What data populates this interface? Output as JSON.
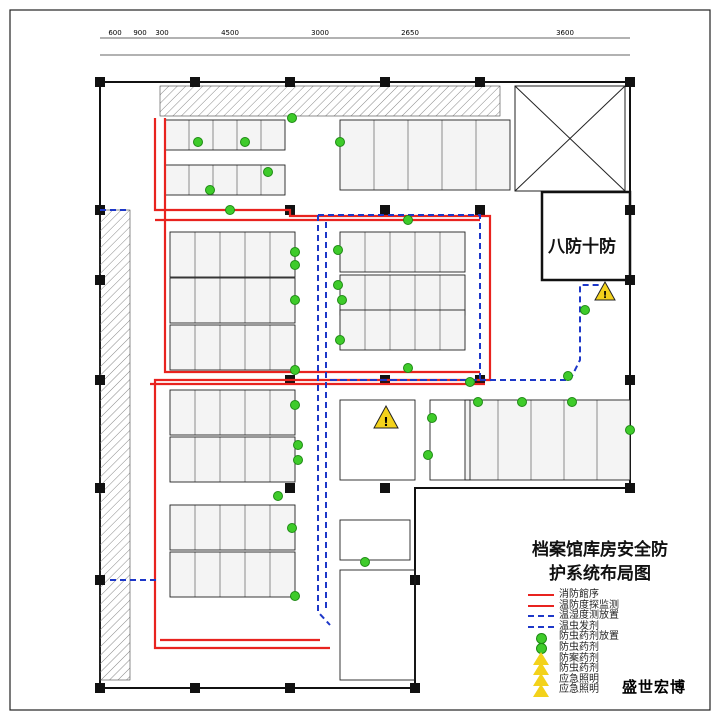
{
  "title": {
    "line1": "档案馆库房安全防",
    "line2": "护系统布局图"
  },
  "zone_label": "八防十防",
  "brand": "盛世宏博",
  "dimensions_top": [
    "600",
    "900",
    "300",
    "4500",
    "3000",
    "2650",
    "3600"
  ],
  "colors": {
    "red_line": "#e8231f",
    "blue_dash": "#1d37c8",
    "green_dot": "#3ecb2a",
    "warning": "#f3d21b",
    "wall": "#111111"
  },
  "legend": [
    {
      "type": "red-line",
      "label": "消防館序"
    },
    {
      "type": "red-line",
      "label": "温防度探监测"
    },
    {
      "type": "blue-dash",
      "label": "温湿度测放置"
    },
    {
      "type": "blue-dash",
      "label": "温虫发剂"
    },
    {
      "type": "green-dot",
      "label": "防虫药剂放置"
    },
    {
      "type": "green-dot",
      "label": "防虫药剂"
    },
    {
      "type": "warning",
      "label": "防案药剂"
    },
    {
      "type": "warning",
      "label": "防虫药剂"
    },
    {
      "type": "warning",
      "label": "应急照明"
    },
    {
      "type": "warning",
      "label": "应急照明"
    }
  ]
}
